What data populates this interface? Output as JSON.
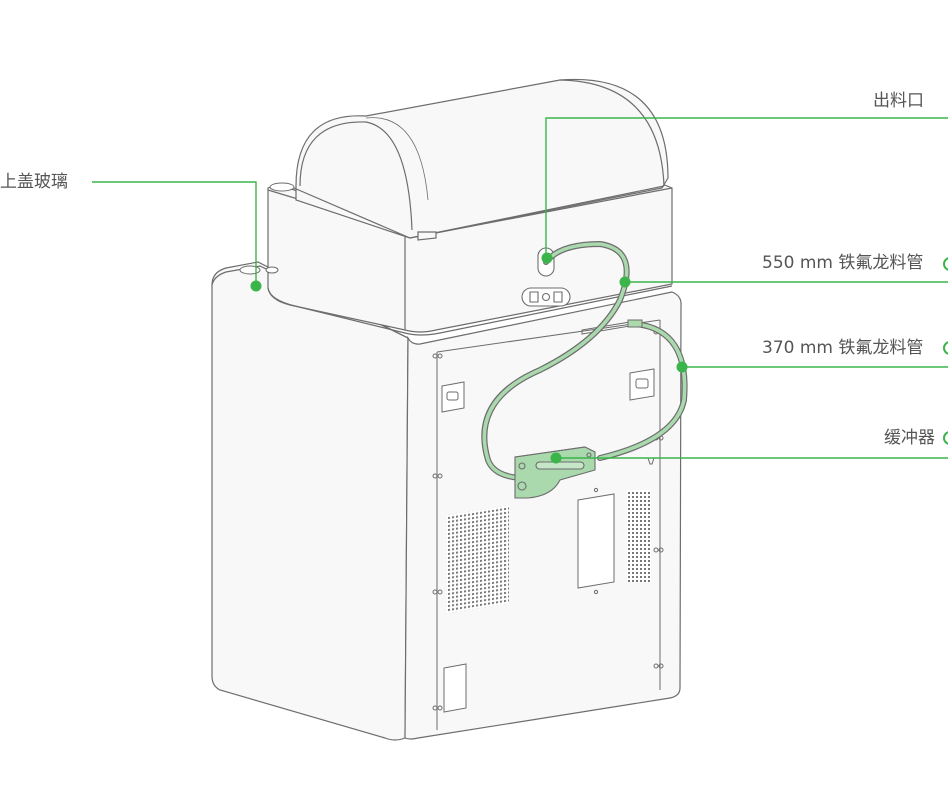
{
  "colors": {
    "accent": "#3bb54a",
    "outline": "#6d6d6d",
    "body_fill": "#f8f8f8",
    "tube_fill": "#a9d9ad",
    "label_text": "#555555"
  },
  "callouts": [
    {
      "id": "outlet",
      "text": "出料口"
    },
    {
      "id": "top-glass",
      "text": "上盖玻璃"
    },
    {
      "id": "tube-550",
      "text": "550 mm 铁氟龙料管"
    },
    {
      "id": "tube-370",
      "text": "370 mm 铁氟龙料管"
    },
    {
      "id": "buffer",
      "text": "缓冲器"
    }
  ]
}
